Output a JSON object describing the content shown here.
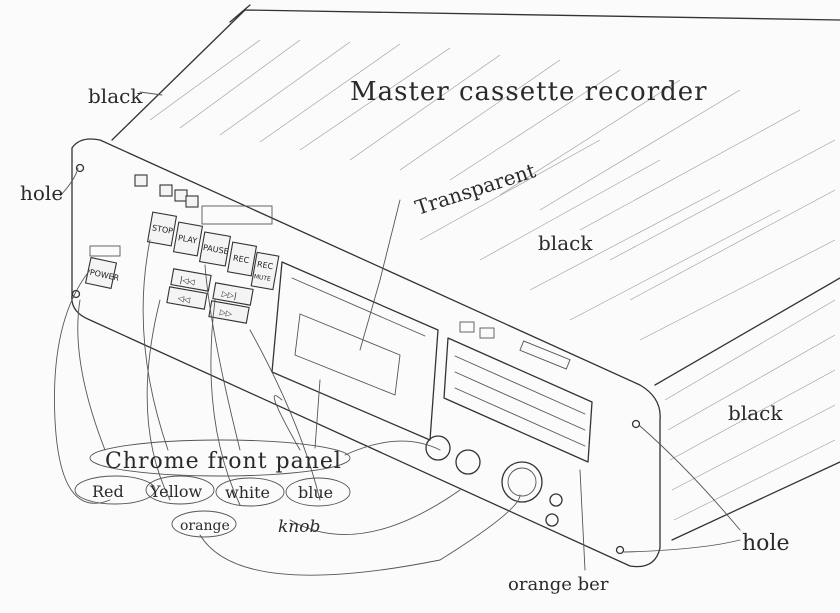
{
  "title": "Master cassette recorder",
  "annotations": {
    "black_top": "black",
    "black_center": "black",
    "black_right": "black",
    "hole_left": "hole",
    "hole_right": "hole",
    "transparent": "Transparent",
    "chrome_front_panel": "Chrome front panel",
    "knob": "knob",
    "orange_bar": "orange ber"
  },
  "color_labels": {
    "red": "Red",
    "yellow": "Yellow",
    "white": "white",
    "blue": "blue",
    "orange": "orange"
  },
  "buttons": {
    "power": "POWER",
    "stop": "STOP",
    "play": "PLAY",
    "pause": "PAUSE",
    "rec": "REC",
    "rec_mute_1": "REC",
    "rec_mute_2": "MUTE",
    "prev": "|◁◁",
    "next": "▷▷|",
    "rew": "◁◁",
    "ffwd": "▷▷"
  }
}
